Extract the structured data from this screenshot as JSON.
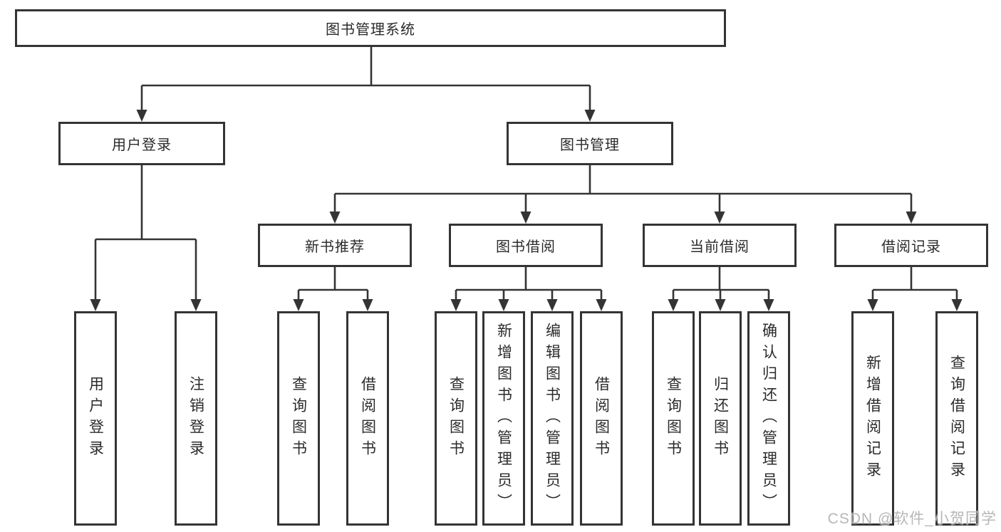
{
  "tree": {
    "root": {
      "label": "图书管理系统",
      "children": [
        {
          "label": "用户登录",
          "children": [
            {
              "label": "用户登录"
            },
            {
              "label": "注销登录"
            }
          ]
        },
        {
          "label": "图书管理",
          "children": [
            {
              "label": "新书推荐",
              "children": [
                {
                  "label": "查询图书"
                },
                {
                  "label": "借阅图书"
                }
              ]
            },
            {
              "label": "图书借阅",
              "children": [
                {
                  "label": "查询图书"
                },
                {
                  "label": "新增图书（管理员）"
                },
                {
                  "label": "编辑图书（管理员）"
                },
                {
                  "label": "借阅图书"
                }
              ]
            },
            {
              "label": "当前借阅",
              "children": [
                {
                  "label": "查询图书"
                },
                {
                  "label": "归还图书"
                },
                {
                  "label": "确认归还（管理员）"
                }
              ]
            },
            {
              "label": "借阅记录",
              "children": [
                {
                  "label": "新增借阅记录"
                },
                {
                  "label": "查询借阅记录"
                }
              ]
            }
          ]
        }
      ]
    }
  },
  "watermark": "CSDN @软件_小贺同学",
  "colors": {
    "line": "#343434",
    "text": "#2b2b2b",
    "background": "#ffffff",
    "watermark": "#adadad"
  }
}
